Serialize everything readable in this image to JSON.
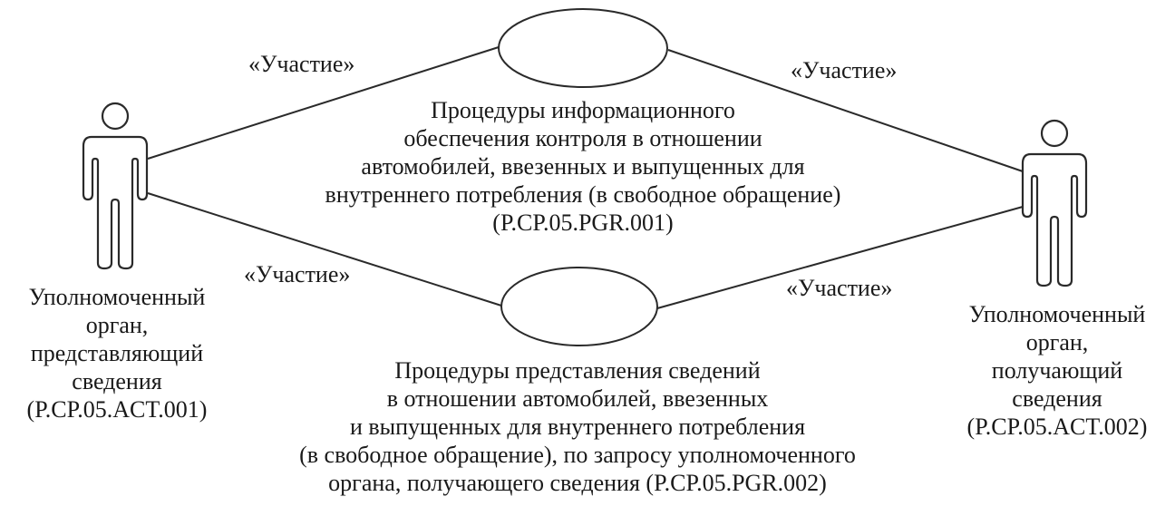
{
  "diagram": {
    "type": "uml-use-case",
    "colors": {
      "stroke": "#2a2a2a",
      "text": "#1a1a1a",
      "background": "#ffffff"
    },
    "actors": [
      {
        "id": "P.CP.05.ACT.001",
        "label_lines": [
          "Уполномоченный",
          "орган,",
          "представляющий",
          "сведения",
          "(P.CP.05.ACT.001)"
        ]
      },
      {
        "id": "P.CP.05.ACT.002",
        "label_lines": [
          "Уполномоченный",
          "орган,",
          "получающий",
          "сведения",
          "(P.CP.05.ACT.002)"
        ]
      }
    ],
    "use_cases": [
      {
        "id": "P.CP.05.PGR.001",
        "label_lines": [
          "Процедуры информационного",
          "обеспечения контроля в отношении",
          "автомобилей, ввезенных и выпущенных для",
          "внутреннего потребления (в свободное обращение)",
          "(P.CP.05.PGR.001)"
        ]
      },
      {
        "id": "P.CP.05.PGR.002",
        "label_lines": [
          "Процедуры представления сведений",
          "в отношении автомобилей, ввезенных",
          "и выпущенных для внутреннего потребления",
          "(в свободное обращение), по запросу уполномоченного",
          "органа, получающего сведения (P.CP.05.PGR.002)"
        ]
      }
    ],
    "associations": [
      {
        "from": "P.CP.05.ACT.001",
        "to": "P.CP.05.PGR.001",
        "stereotype": "«Участие»"
      },
      {
        "from": "P.CP.05.ACT.002",
        "to": "P.CP.05.PGR.001",
        "stereotype": "«Участие»"
      },
      {
        "from": "P.CP.05.ACT.001",
        "to": "P.CP.05.PGR.002",
        "stereotype": "«Участие»"
      },
      {
        "from": "P.CP.05.ACT.002",
        "to": "P.CP.05.PGR.002",
        "stereotype": "«Участие»"
      }
    ]
  }
}
